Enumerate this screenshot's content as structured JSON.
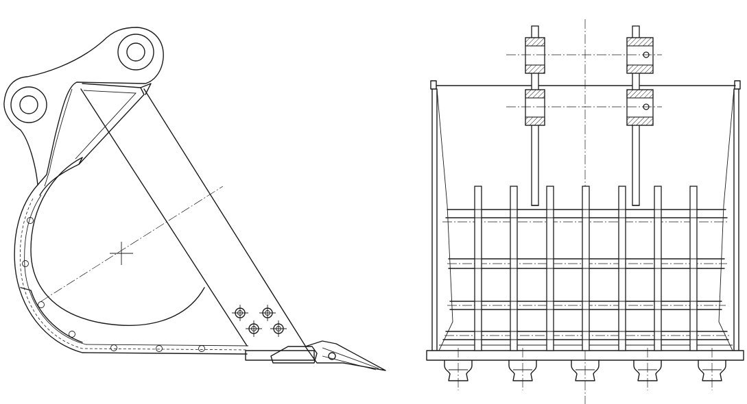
{
  "drawing": {
    "views": [
      {
        "id": "side-view",
        "subject": "excavator-bucket-with-ripper-tooth"
      },
      {
        "id": "front-view",
        "subject": "bucket-with-bar-grid-and-teeth"
      }
    ],
    "line_color": "#1a1a1a",
    "background": "#ffffff",
    "tooth_count": 5,
    "vertical_bar_count": 7
  }
}
